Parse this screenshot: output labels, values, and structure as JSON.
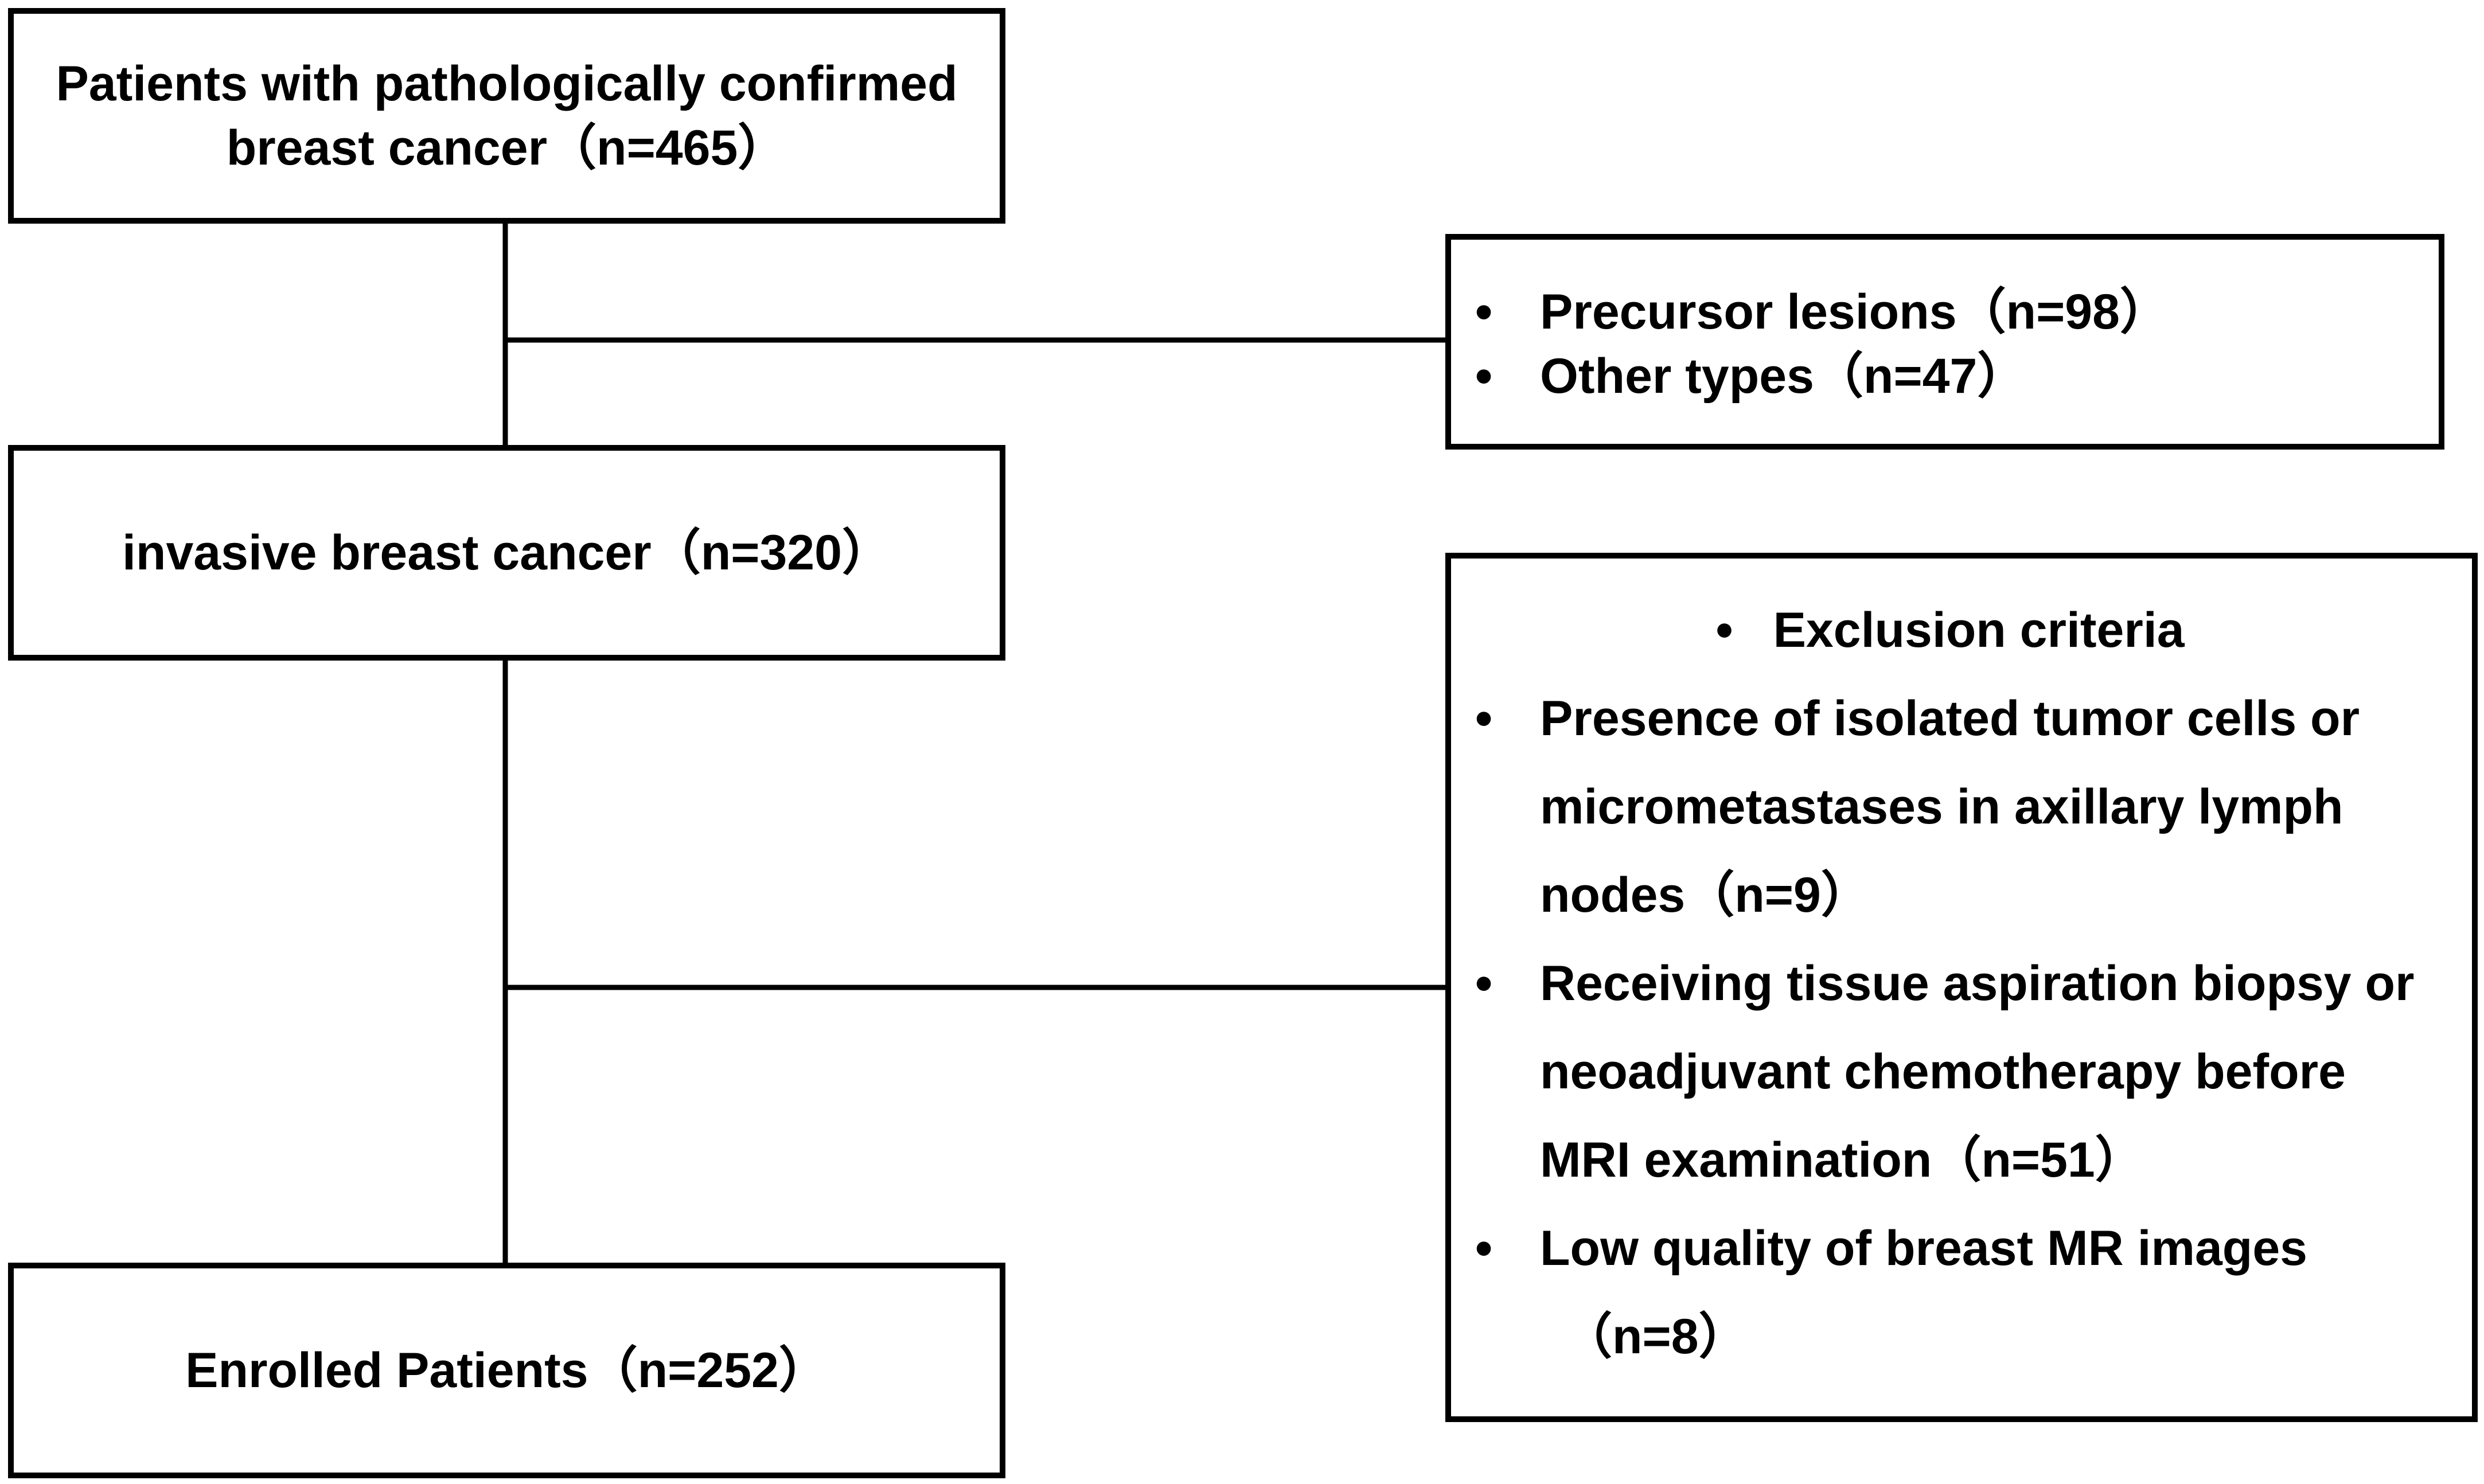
{
  "boxes": {
    "initial": {
      "line1": "Patients with pathologically confirmed",
      "line2": "breast cancer（n=465）"
    },
    "invasive": {
      "label": "invasive breast cancer（n=320）"
    },
    "enrolled": {
      "label": "Enrolled Patients（n=252）"
    }
  },
  "exclusions_first": {
    "items": [
      "Precursor lesions（n=98）",
      "Other types（n=47）"
    ]
  },
  "exclusions_second": {
    "heading": "Exclusion criteria",
    "items": [
      "Presence of isolated tumor cells or micrometastases in axillary lymph nodes（n=9）",
      "Receiving tissue aspiration biopsy or neoadjuvant chemotherapy before MRI examination（n=51）",
      "Low quality of breast MR images"
    ],
    "last_item_count": "（n=8）"
  },
  "bullet_symbol": "•"
}
